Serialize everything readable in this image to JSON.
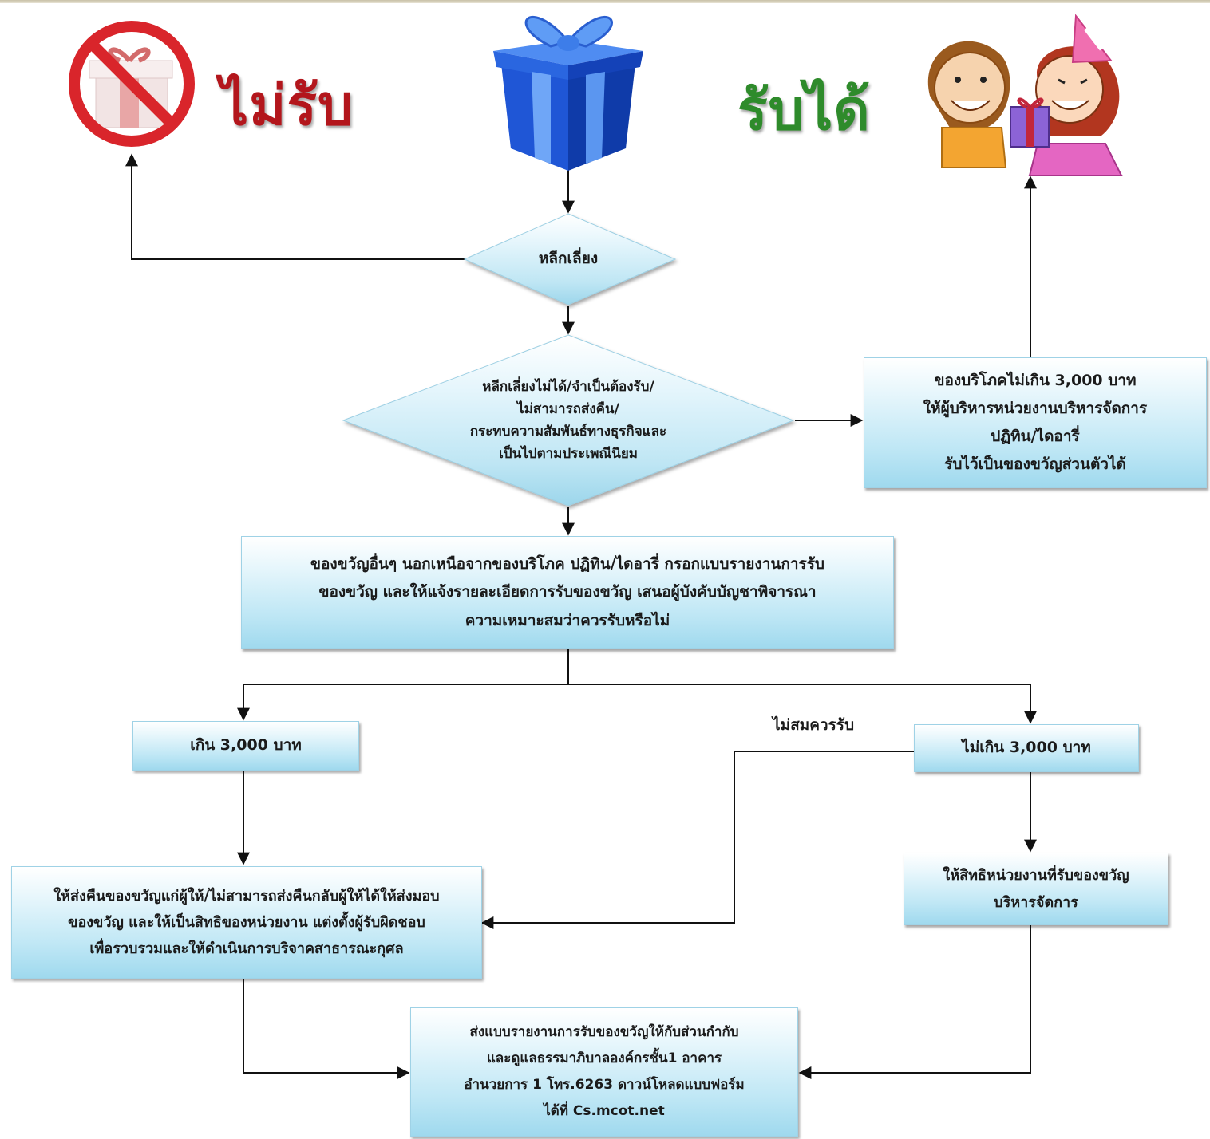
{
  "titles": {
    "reject": "ไม่รับ",
    "accept": "รับได้"
  },
  "nodes": {
    "avoid": "หลีกเลี่ยง",
    "cannot_avoid": "หลีกเลี่ยงไม่ได้/จำเป็นต้องรับ/\nไม่สามารถส่งคืน/\nกระทบความสัมพันธ์ทางธุรกิจและ\nเป็นไปตามประเพณีนิยม",
    "consumables": "ของบริโภคไม่เกิน 3,000 บาท\nให้ผู้บริหารหน่วยงานบริหารจัดการ\nปฏิทิน/ไดอารี่\nรับไว้เป็นของขวัญส่วนตัวได้",
    "other_gifts": "ของขวัญอื่นๆ นอกเหนือจากของบริโภค ปฏิทิน/ไดอารี่ กรอกแบบรายงานการรับ\nของขวัญ และให้แจ้งรายละเอียดการรับของขวัญ เสนอผู้บังคับบัญชาพิจารณา\nความเหมาะสมว่าควรรับหรือไม่",
    "over_3000": "เกิน 3,000 บาท",
    "under_3000": "ไม่เกิน 3,000 บาท",
    "return_gift": "ให้ส่งคืนของขวัญแก่ผู้ให้/ไม่สามารถส่งคืนกลับผู้ให้ได้ให้ส่งมอบ\nของขวัญ และให้เป็นสิทธิของหน่วยงาน แต่งตั้งผู้รับผิดชอบ\nเพื่อรวบรวมและให้ดำเนินการบริจาคสาธารณะกุศล",
    "unit_rights": "ให้สิทธิหน่วยงานที่รับของขวัญ\nบริหารจัดการ",
    "send_report": "ส่งแบบรายงานการรับของขวัญให้กับส่วนกำกับ\nและดูแลธรรมาภิบาลองค์กรชั้น1 อาคาร\nอำนวยการ 1 โทร.6263 ดาวน์โหลดแบบฟอร์ม\nได้ที่ Cs.mcot.net"
  },
  "edge_labels": {
    "not_appropriate": "ไม่สมควรรับ"
  },
  "icons": {
    "reject": "no-gift-icon",
    "gift": "blue-gift-box-icon",
    "accept": "kids-exchanging-gift-icon"
  },
  "colors": {
    "reject_title": "#b3161c",
    "accept_title": "#2e8b2b",
    "node_fill": "#bfe7f5",
    "arrow": "#111111"
  }
}
